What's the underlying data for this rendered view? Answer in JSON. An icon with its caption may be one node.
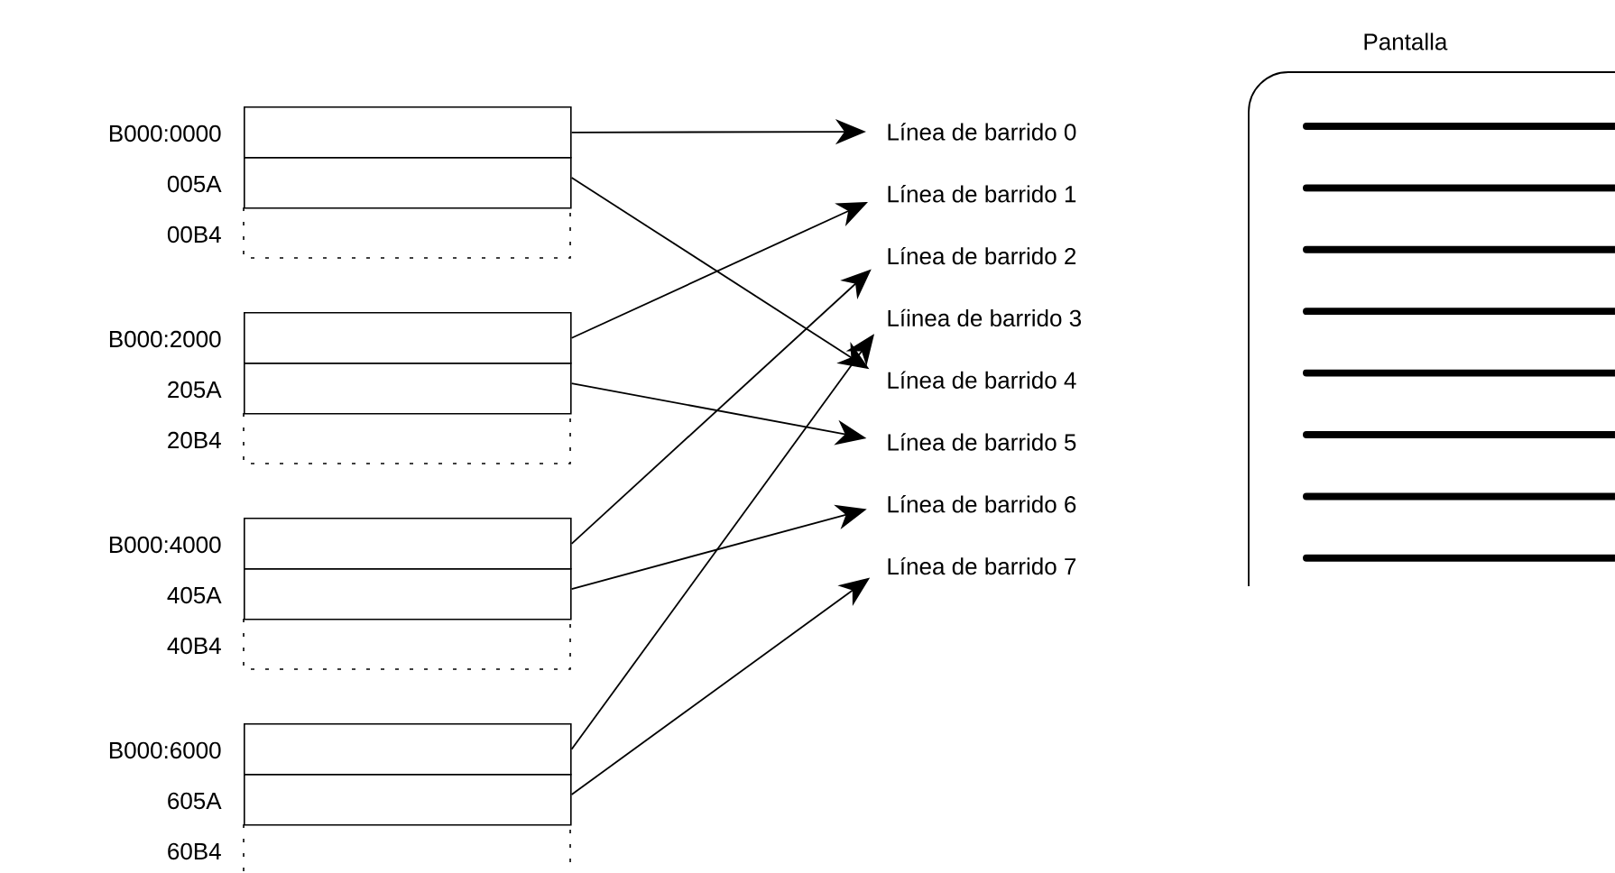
{
  "diagram": {
    "nodes": [
      {
        "text": [],
        "shape": "box",
        "beside": [
          "B000:0000"
        ]
      },
      {
        "text": [],
        "shape": "box",
        "beside": [
          "005A"
        ]
      },
      {
        "text": [],
        "shape": "box",
        "beside": [
          "B000:2000"
        ]
      },
      {
        "text": [],
        "shape": "box",
        "beside": [
          "205A"
        ]
      },
      {
        "text": [],
        "shape": "box",
        "beside": [
          "B000:4000"
        ]
      },
      {
        "text": [],
        "shape": "box",
        "beside": [
          "405A"
        ]
      },
      {
        "text": [],
        "shape": "box",
        "beside": [
          "B000:6000"
        ]
      },
      {
        "text": [],
        "shape": "box",
        "beside": [
          "605A"
        ]
      },
      {
        "text": [
          "Línea de barrido 0"
        ]
      },
      {
        "text": [
          "Línea de barrido 1"
        ]
      },
      {
        "text": [
          "Línea de barrido 2"
        ]
      },
      {
        "text": [
          "Líinea de barrido 3"
        ]
      },
      {
        "text": [
          "Línea de barrido 4"
        ]
      },
      {
        "text": [
          "Línea de barrido 5"
        ]
      },
      {
        "text": [
          "Línea de barrido 6"
        ]
      },
      {
        "text": [
          "Línea de barrido 7"
        ]
      },
      {
        "text": [
          "Pantalla"
        ]
      }
    ],
    "edges": [
      {
        "from": 0,
        "to": 8,
        "arrow": "to"
      },
      {
        "from": 2,
        "to": 9,
        "arrow": "to"
      },
      {
        "from": 4,
        "to": 10,
        "arrow": "to"
      },
      {
        "from": 6,
        "to": 11,
        "arrow": "to"
      },
      {
        "from": 1,
        "to": 12,
        "arrow": "to"
      },
      {
        "from": 3,
        "to": 13,
        "arrow": "to"
      },
      {
        "from": 5,
        "to": 14,
        "arrow": "to"
      },
      {
        "from": 7,
        "to": 15,
        "arrow": "to"
      }
    ],
    "labels": [
      "00B4",
      "20B4",
      "40B4",
      "60B4"
    ]
  }
}
